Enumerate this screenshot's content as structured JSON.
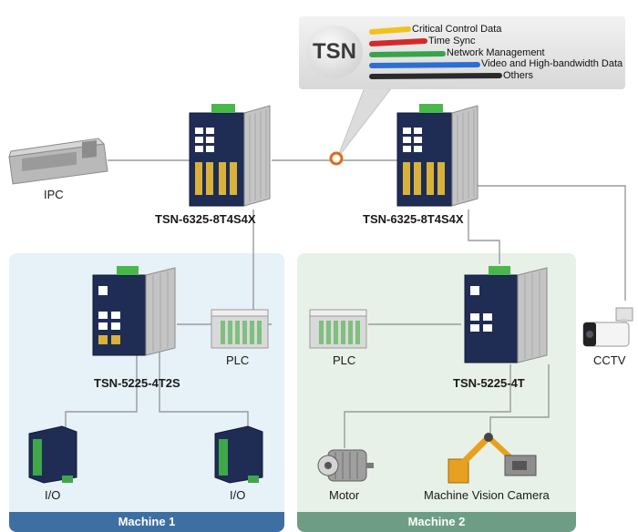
{
  "tsn_panel": {
    "logo": "TSN",
    "traffic_types": [
      {
        "label": "Critical Control Data",
        "color": "#f2c21b"
      },
      {
        "label": "Time Sync",
        "color": "#d42a2a"
      },
      {
        "label": "Network Management",
        "color": "#3aa34a"
      },
      {
        "label": "Video and High-bandwidth Data",
        "color": "#2c6fd1"
      },
      {
        "label": "Others",
        "color": "#2a2a2a"
      }
    ]
  },
  "devices": {
    "ipc": "IPC",
    "switch_left": "TSN-6325-8T4S4X",
    "switch_right": "TSN-6325-8T4S4X",
    "switch_machine1": "TSN-5225-4T2S",
    "plc_left": "PLC",
    "plc_right": "PLC",
    "switch_machine2": "TSN-5225-4T",
    "cctv": "CCTV",
    "io_left": "I/O",
    "io_right": "I/O",
    "motor": "Motor",
    "camera": "Machine Vision Camera"
  },
  "zones": {
    "machine1": "Machine 1",
    "machine2": "Machine 2"
  }
}
